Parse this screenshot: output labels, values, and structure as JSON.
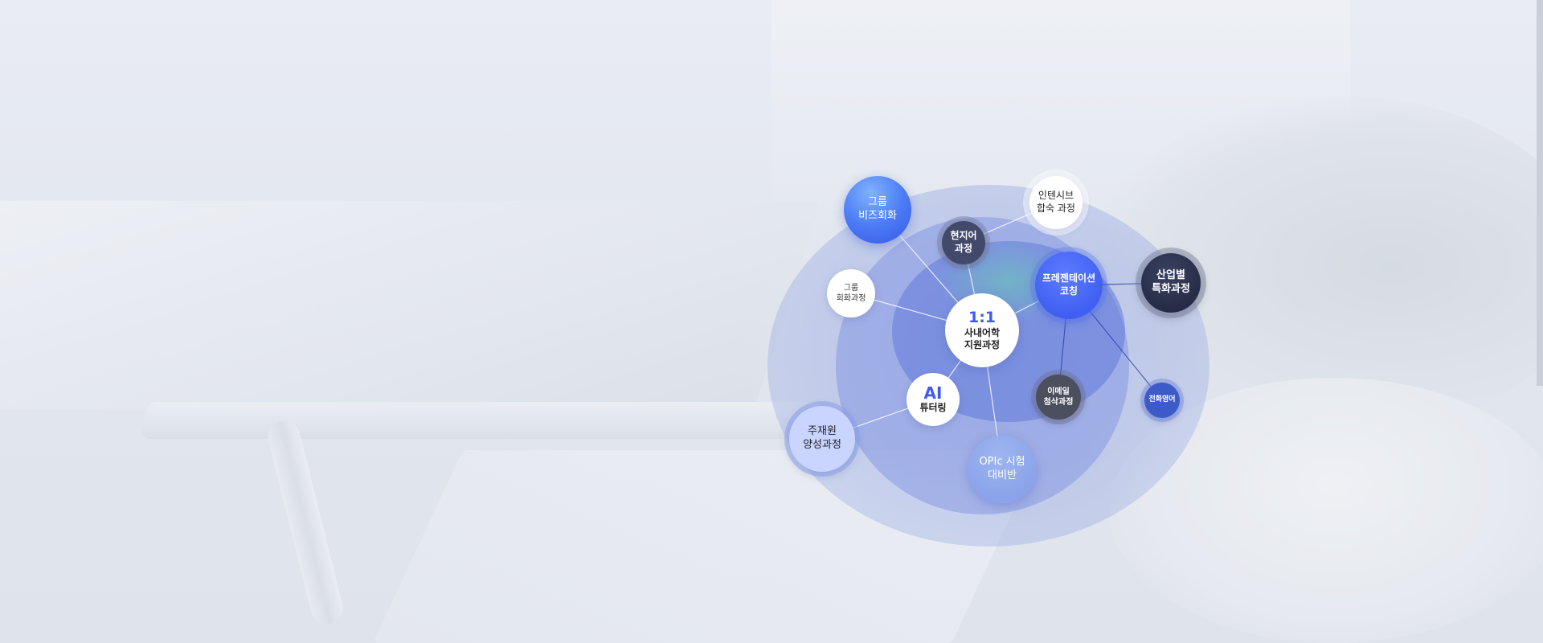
{
  "diagram": {
    "center": {
      "line1": "1:1",
      "line2": "사내어학",
      "line3": "지원과정"
    },
    "ai": {
      "line1": "AI",
      "line2": "튜터링"
    },
    "group_biz": {
      "line1": "그룹",
      "line2": "비즈회화"
    },
    "local": {
      "line1": "현지어",
      "line2": "과정"
    },
    "intensive": {
      "line1": "인텐시브",
      "line2": "합숙 과정"
    },
    "presentation": {
      "line1": "프레젠테이션",
      "line2": "코칭"
    },
    "industry": {
      "line1": "산업별",
      "line2": "특화과정"
    },
    "group_conv": {
      "line1": "그룹",
      "line2": "회화과정"
    },
    "email": {
      "line1": "이메일",
      "line2": "첨삭과정"
    },
    "phone": {
      "line1": "전화영어"
    },
    "expat": {
      "line1": "주재원",
      "line2": "양성과정"
    },
    "opic": {
      "line1": "OPIc 시험",
      "line2": "대비반"
    }
  },
  "colors": {
    "accent": "#3d5af1",
    "presentation": "#3f5ff2",
    "industry": "#232943",
    "phone": "#3c5bc9",
    "expat": "#c9d4ff",
    "opic": "#8aa3ea"
  }
}
